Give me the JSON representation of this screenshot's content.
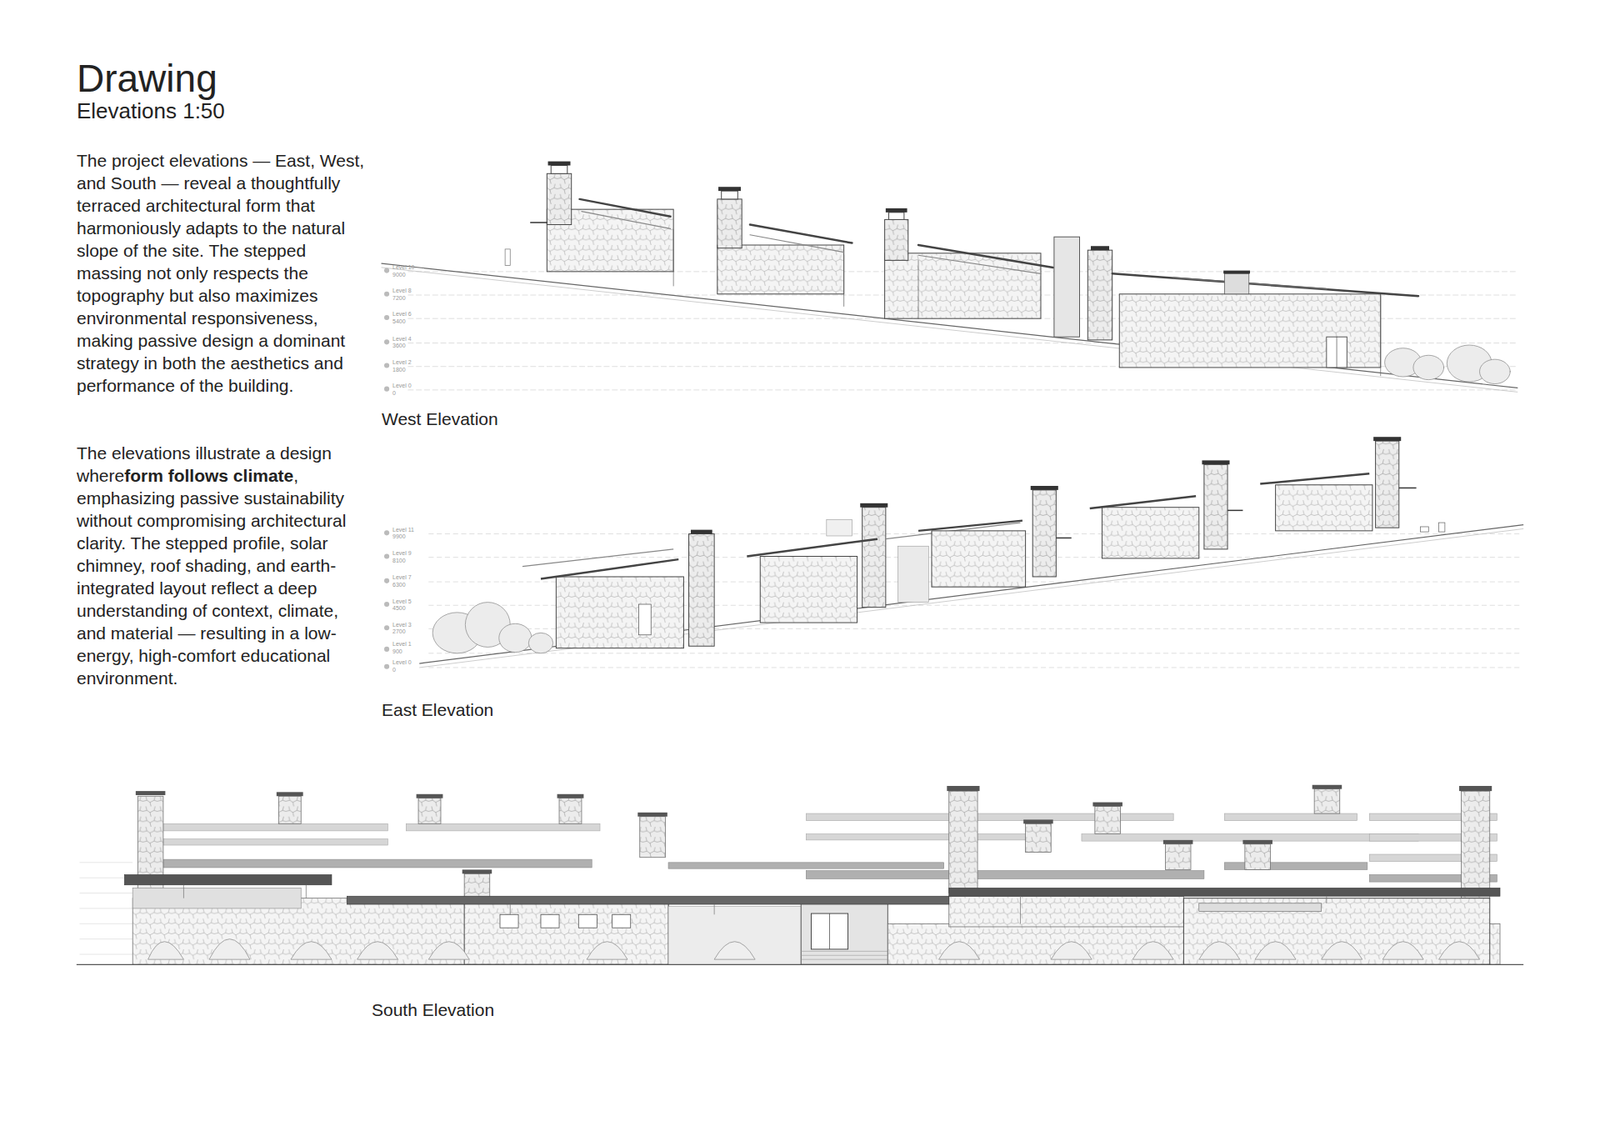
{
  "diagram": {
    "title": "Drawing",
    "labels": [
      "Elevations 1:50",
      "The project elevations — East, West, and South — reveal a thoughtfully terraced architectural form that harmoniously adapts to the natural slope of the site. The stepped massing not only respects the topography but also maximizes environmental responsiveness, making passive design a dominant strategy in both the aesthetics and performance of the building.",
      "The elevations illustrate a design where",
      "form follows climate",
      ", emphasizing passive sustainability without compromising architectural clarity. The stepped profile, solar chimney, roof shading, and earth-integrated layout reflect a deep understanding of context, climate, and material — resulting in a low-energy, high-comfort educational environment.",
      "West Elevation",
      "East Elevation",
      "South Elevation",
      "Level 10",
      "9000",
      "Level 8",
      "7200",
      "Level 6",
      "5400",
      "Level 4",
      "3600",
      "Level 2",
      "1800",
      "Level 0",
      "0",
      "Level 11",
      "9900",
      "Level 9",
      "8100",
      "Level 7",
      "6300",
      "Level 5",
      "4500",
      "Level 3",
      "2700",
      "Level 1",
      "900",
      "Level 0",
      "0"
    ]
  }
}
